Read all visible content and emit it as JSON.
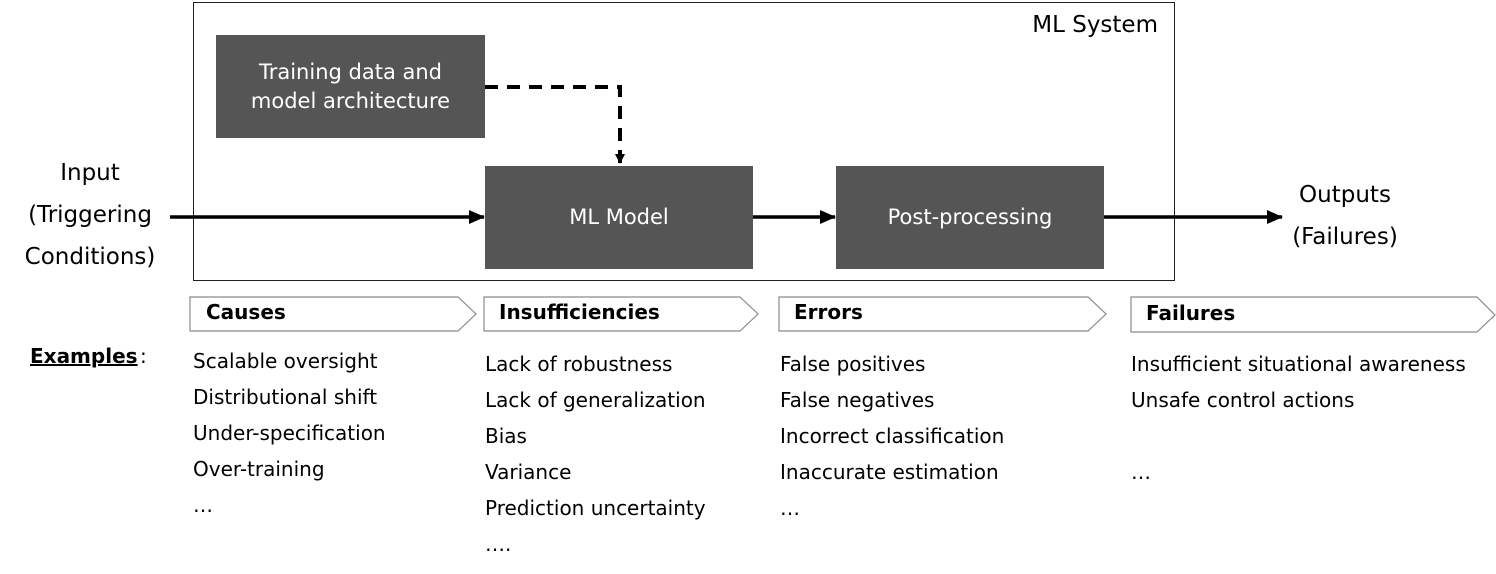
{
  "system": {
    "title": "ML System",
    "training_box_line1": "Training data and",
    "training_box_line2": "model architecture",
    "model_box": "ML Model",
    "post_box": "Post-processing"
  },
  "input": {
    "line1": "Input",
    "line2": "(Triggering",
    "line3": "Conditions)"
  },
  "output": {
    "line1": "Outputs",
    "line2": "(Failures)"
  },
  "examples_label": "Examples",
  "examples_colon": ":",
  "categories": [
    {
      "label": "Causes",
      "items": [
        "Scalable oversight",
        "Distributional shift",
        "Under-specification",
        "Over-training",
        "…"
      ]
    },
    {
      "label": "Insufficiencies",
      "items": [
        "Lack of robustness",
        "Lack of generalization",
        "Bias",
        "Variance",
        "Prediction uncertainty",
        "…."
      ]
    },
    {
      "label": "Errors",
      "items": [
        "False positives",
        "False negatives",
        "Incorrect classification",
        "Inaccurate estimation",
        "…"
      ]
    },
    {
      "label": "Failures",
      "items": [
        "Insufficient situational awareness",
        "Unsafe control actions",
        "",
        "…"
      ]
    }
  ]
}
